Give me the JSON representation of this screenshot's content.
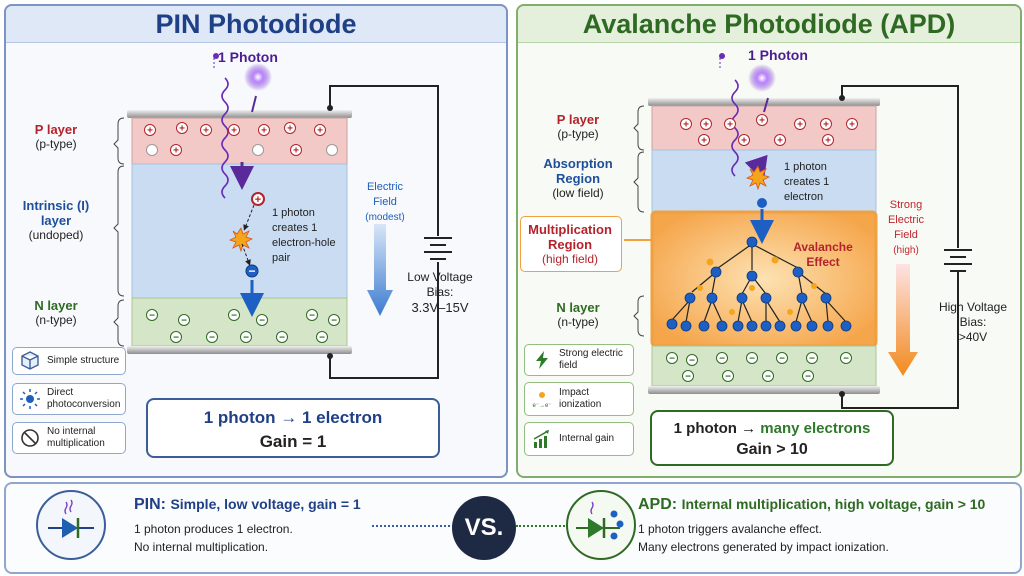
{
  "pin": {
    "title": "PIN Photodiode",
    "photon": "1 Photon",
    "p_name": "P layer",
    "p_type": "(p-type)",
    "i_name": "Intrinsic (I) layer",
    "i_type": "(undoped)",
    "n_name": "N layer",
    "n_type": "(n-type)",
    "event": "1 photon creates 1 electron-hole pair",
    "field_label": "Electric Field",
    "field_note": "(modest)",
    "bias_label": "Low Voltage Bias:",
    "bias_value": "3.3V–15V",
    "features": [
      {
        "icon": "cube-icon",
        "text": "Simple structure"
      },
      {
        "icon": "sun-icon",
        "text": "Direct photoconversion"
      },
      {
        "icon": "no-entry-icon",
        "text": "No internal multiplication"
      }
    ],
    "summary_line": "1 photon → 1 electron",
    "summary_gain": "Gain = 1"
  },
  "apd": {
    "title": "Avalanche Photodiode (APD)",
    "photon": "1 Photon",
    "p_name": "P layer",
    "p_type": "(p-type)",
    "abs_name": "Absorption Region",
    "abs_type": "(low field)",
    "mult_name": "Multiplication Region",
    "mult_type": "(high field)",
    "n_name": "N layer",
    "n_type": "(n-type)",
    "event": "1 photon creates 1 electron",
    "avalanche_label": "Avalanche Effect",
    "field_label": "Strong Electric Field",
    "field_note": "(high)",
    "bias_label": "High Voltage Bias:",
    "bias_value": ">40V",
    "features": [
      {
        "icon": "lightning-icon",
        "text": "Strong electric field"
      },
      {
        "icon": "impact-icon",
        "text": "Impact ionization",
        "icon_text": "e⁻→e⁻"
      },
      {
        "icon": "bar-chart-icon",
        "text": "Internal gain"
      }
    ],
    "summary_prefix": "1 photon → ",
    "summary_rest": "many electrons",
    "summary_gain": "Gain > 10"
  },
  "comparison": {
    "pin_tag": "PIN:",
    "pin_head": "Simple, low voltage, gain = 1",
    "pin_line1": "1 photon produces 1 electron.",
    "pin_line2": "No internal multiplication.",
    "vs": "VS.",
    "apd_tag": "APD:",
    "apd_head": "Internal multiplication, high voltage, gain > 10",
    "apd_line1": "1 photon triggers avalanche effect.",
    "apd_line2": "Many electrons generated by impact ionization."
  },
  "symbols": {
    "plus": "+",
    "minus": "−"
  },
  "colors": {
    "pin_accent": "#1f3f86",
    "apd_accent": "#2f6a23",
    "p_layer": "#f2c9c6",
    "i_layer": "#c9dcf2",
    "n_layer": "#d4e6c7",
    "mult_region": "#f7b25f",
    "photon": "#7b3fc6"
  }
}
